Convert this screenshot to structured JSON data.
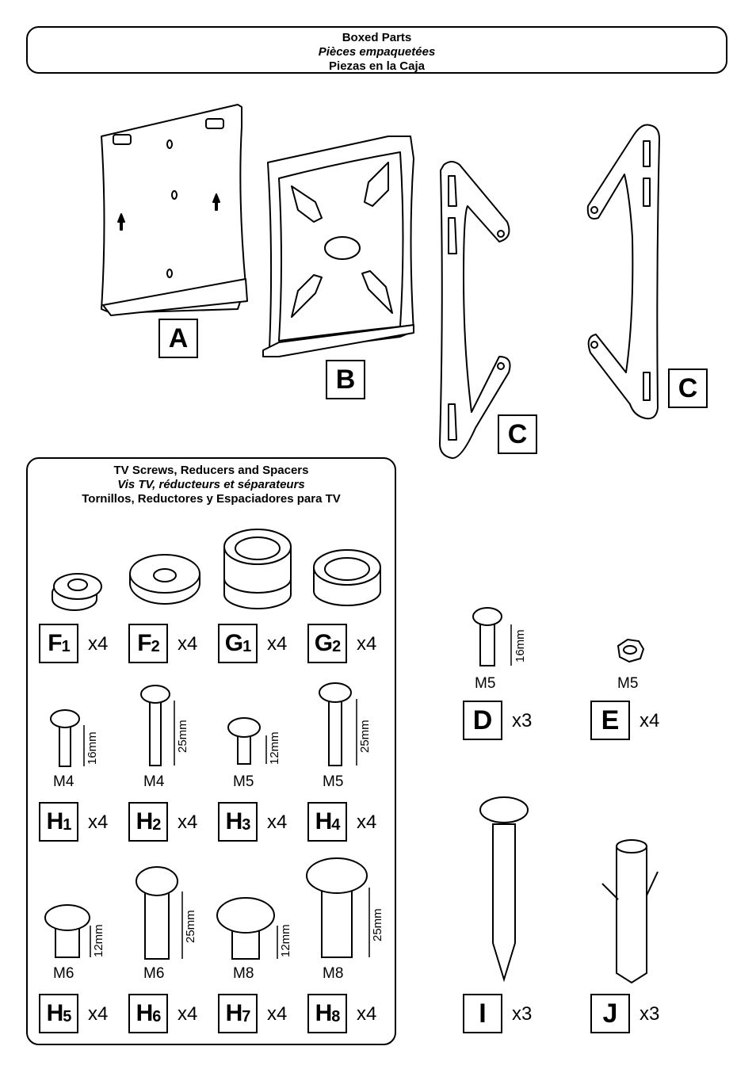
{
  "header": {
    "line1": "Boxed Parts",
    "line2": "Pièces empaquetées",
    "line3": "Piezas en la Caja"
  },
  "panel": {
    "line1": "TV Screws, Reducers and Spacers",
    "line2": "Vis TV, réducteurs et séparateurs",
    "line3": "Tornillos, Reductores y Espaciadores para TV"
  },
  "parts": {
    "A": {
      "letter": "A"
    },
    "B": {
      "letter": "B"
    },
    "C1": {
      "letter": "C"
    },
    "C2": {
      "letter": "C"
    },
    "F1": {
      "letter": "F",
      "sub": "1",
      "qty": "x4"
    },
    "F2": {
      "letter": "F",
      "sub": "2",
      "qty": "x4"
    },
    "G1": {
      "letter": "G",
      "sub": "1",
      "qty": "x4"
    },
    "G2": {
      "letter": "G",
      "sub": "2",
      "qty": "x4"
    },
    "H1": {
      "letter": "H",
      "sub": "1",
      "qty": "x4",
      "size": "M4",
      "length": "16mm"
    },
    "H2": {
      "letter": "H",
      "sub": "2",
      "qty": "x4",
      "size": "M4",
      "length": "25mm"
    },
    "H3": {
      "letter": "H",
      "sub": "3",
      "qty": "x4",
      "size": "M5",
      "length": "12mm"
    },
    "H4": {
      "letter": "H",
      "sub": "4",
      "qty": "x4",
      "size": "M5",
      "length": "25mm"
    },
    "H5": {
      "letter": "H",
      "sub": "5",
      "qty": "x4",
      "size": "M6",
      "length": "12mm"
    },
    "H6": {
      "letter": "H",
      "sub": "6",
      "qty": "x4",
      "size": "M6",
      "length": "25mm"
    },
    "H7": {
      "letter": "H",
      "sub": "7",
      "qty": "x4",
      "size": "M8",
      "length": "12mm"
    },
    "H8": {
      "letter": "H",
      "sub": "8",
      "qty": "x4",
      "size": "M8",
      "length": "25mm"
    },
    "D": {
      "letter": "D",
      "qty": "x3",
      "size": "M5",
      "length": "16mm"
    },
    "E": {
      "letter": "E",
      "qty": "x4",
      "size": "M5"
    },
    "I": {
      "letter": "I",
      "qty": "x3"
    },
    "J": {
      "letter": "J",
      "qty": "x3"
    }
  }
}
